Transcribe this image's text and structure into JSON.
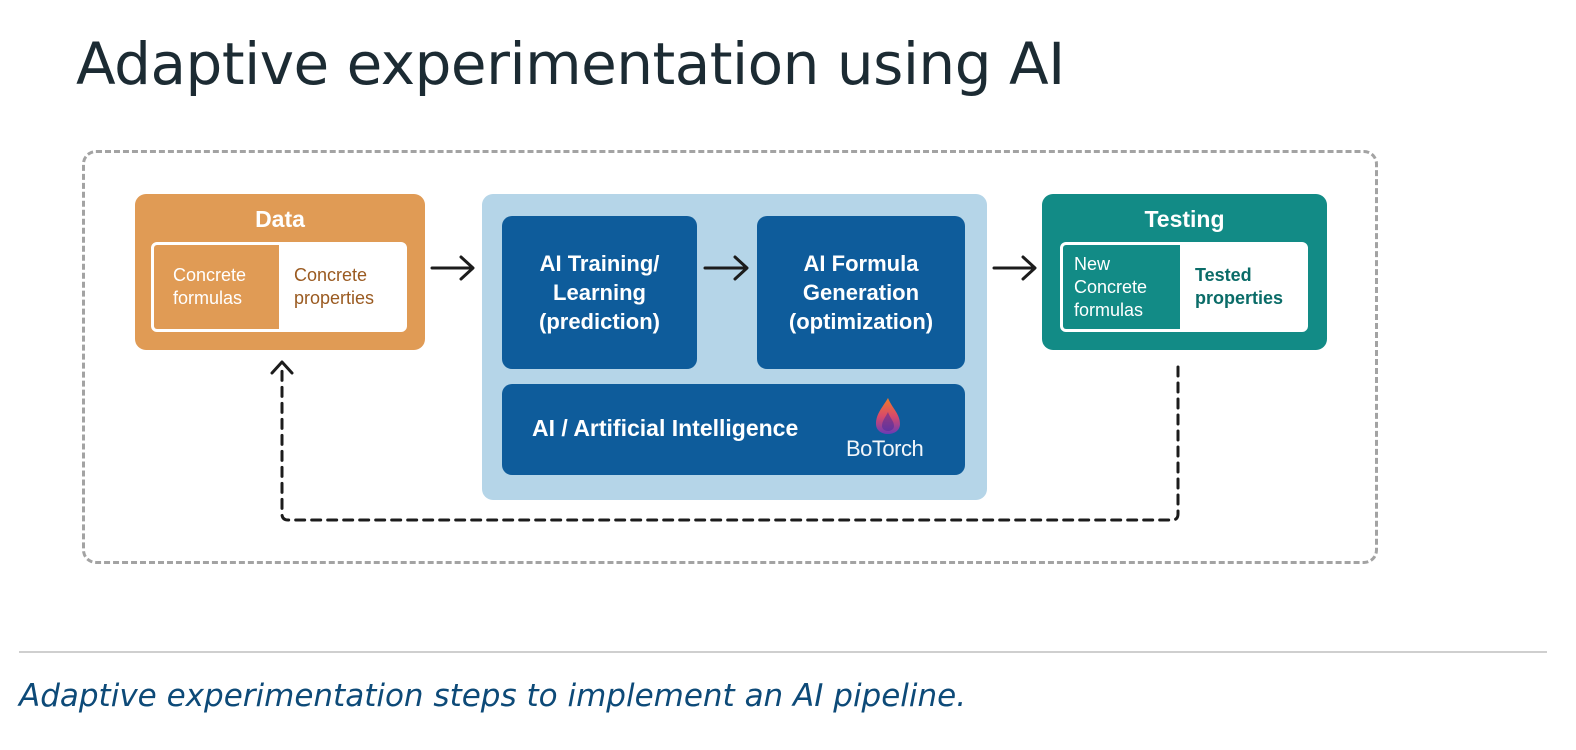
{
  "title": "Adaptive experimentation using AI",
  "data_panel": {
    "title": "Data",
    "left_cell": [
      "Concrete",
      "formulas"
    ],
    "right_cell": [
      "Concrete",
      "properties"
    ]
  },
  "ai_panel": {
    "training": [
      "AI Training/",
      "Learning",
      "(prediction)"
    ],
    "generation": [
      "AI Formula",
      "Generation",
      "(optimization)"
    ],
    "ai_label": "AI / Artificial Intelligence",
    "logo_text": "BoTorch"
  },
  "testing_panel": {
    "title": "Testing",
    "left_cell": [
      "New",
      "Concrete",
      "formulas"
    ],
    "right_cell": [
      "Tested",
      "properties"
    ]
  },
  "caption": "Adaptive experimentation steps to implement an AI pipeline.",
  "colors": {
    "data": "#e09b55",
    "ai_background": "#b5d5e8",
    "ai_box": "#0e5c9b",
    "testing": "#128b86",
    "caption": "#0d4a78"
  }
}
